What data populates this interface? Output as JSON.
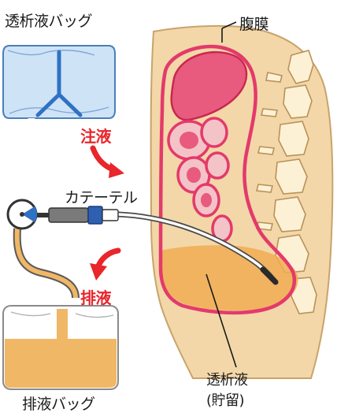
{
  "labels": {
    "dialysate_bag": "透析液バッグ",
    "peritoneum": "腹膜",
    "infusion": "注液",
    "catheter": "カテーテル",
    "drainage": "排液",
    "dialysate_stored_line1": "透析液",
    "dialysate_stored_line2": "(貯留)",
    "drain_bag": "排液バッグ"
  },
  "colors": {
    "skin": "#f3d7a8",
    "peritoneum": "#e33a6b",
    "organ": "#e85a7e",
    "fluid": "#f0ad52",
    "bag_blue": "#cfe3f7",
    "bag_blue_line": "#2f72c4",
    "tube": "#f0b766",
    "arrow_red": "#e8262b",
    "bone": "#fdf1d5"
  }
}
